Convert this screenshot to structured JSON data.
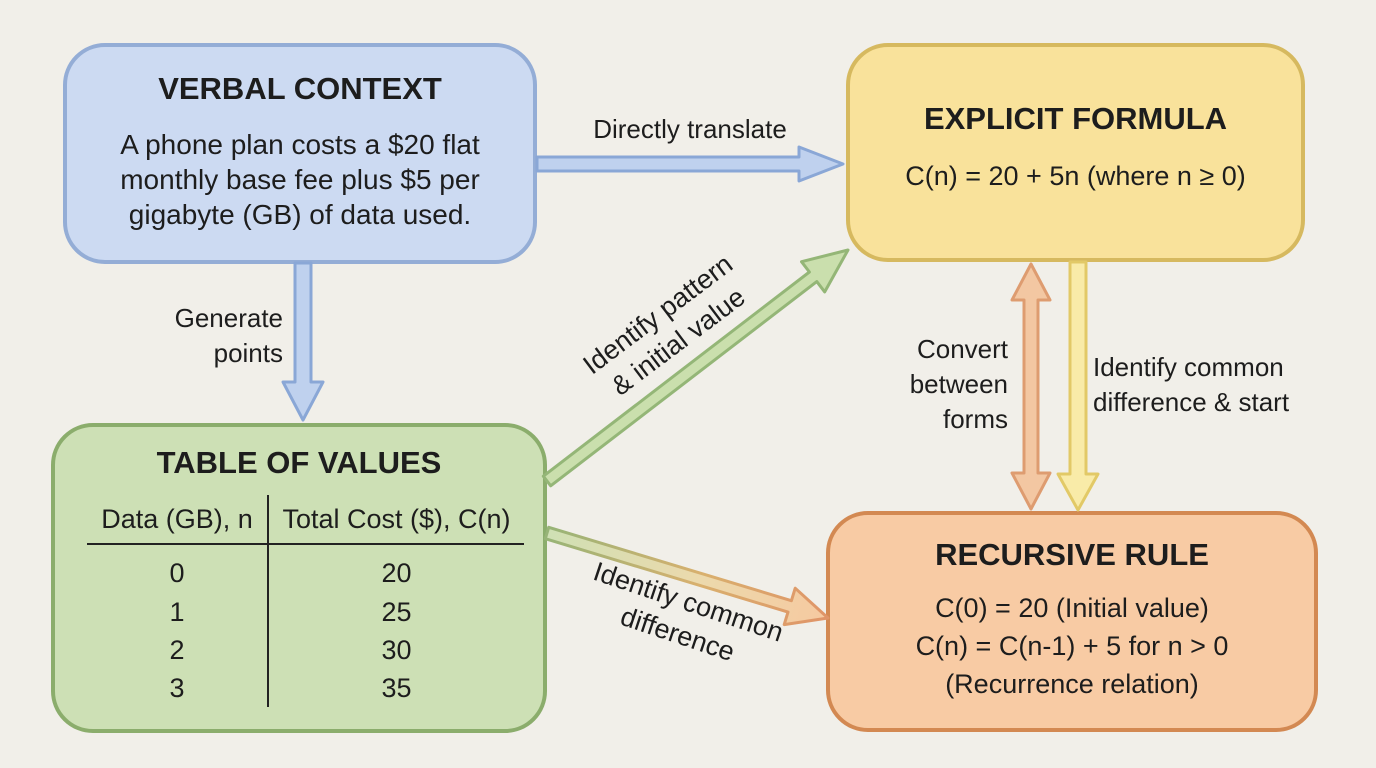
{
  "boxes": {
    "verbal_context": {
      "title": "VERBAL CONTEXT",
      "body": "A phone plan costs a $20 flat\nmonthly base fee plus $5 per\ngigabyte (GB) of data used."
    },
    "explicit_formula": {
      "title": "EXPLICIT FORMULA",
      "formula": "C(n) = 20 + 5n (where n ≥ 0)"
    },
    "table_of_values": {
      "title": "TABLE OF VALUES",
      "columns": [
        "Data (GB), n",
        "Total Cost ($), C(n)"
      ],
      "rows": [
        [
          "0",
          "20"
        ],
        [
          "1",
          "25"
        ],
        [
          "2",
          "30"
        ],
        [
          "3",
          "35"
        ]
      ]
    },
    "recursive_rule": {
      "title": "RECURSIVE RULE",
      "line1": "C(0) = 20 (Initial value)",
      "line2": "C(n) = C(n-1) + 5 for n > 0",
      "line3": "(Recurrence relation)"
    }
  },
  "arrows": {
    "directly_translate": {
      "label": "Directly translate",
      "from": "verbal_context",
      "to": "explicit_formula"
    },
    "generate_points": {
      "label": "Generate\npoints",
      "from": "verbal_context",
      "to": "table_of_values"
    },
    "identify_pattern": {
      "label": "Identify pattern\n& initial value",
      "from": "table_of_values",
      "to": "explicit_formula"
    },
    "identify_common_difference": {
      "label": "Identify common\ndifference",
      "from": "table_of_values",
      "to": "recursive_rule"
    },
    "convert_between_forms": {
      "label": "Convert\nbetween\nforms",
      "from": "explicit_formula",
      "to": "recursive_rule",
      "bidirectional": true
    },
    "identify_common_difference_start": {
      "label": "Identify common\ndifference & start",
      "from": "explicit_formula",
      "to": "recursive_rule"
    }
  },
  "colors": {
    "background": "#f1efe9",
    "text": "#1d1d1d",
    "verbal_fill": "#ccdaf2",
    "verbal_border": "#94add6",
    "explicit_fill": "#f9e29b",
    "explicit_border": "#d6b95f",
    "table_fill": "#cde0b5",
    "table_border": "#8bad6c",
    "recursive_fill": "#f8cba4",
    "recursive_border": "#d38952",
    "blue_arrow_fill": "#bfd1ee",
    "blue_arrow_border": "#8aa7d6",
    "green_arrow_fill": "#cadfad",
    "green_arrow_border": "#94b677",
    "orange_arrow_fill": "#f3c7a2",
    "orange_arrow_border": "#de9c70",
    "yellow_arrow_fill": "#f9eba8",
    "yellow_arrow_border": "#e2c967"
  }
}
